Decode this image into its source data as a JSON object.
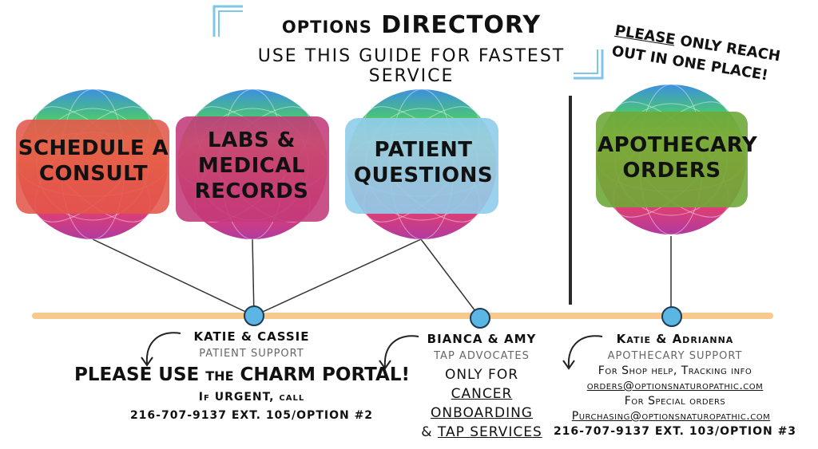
{
  "header": {
    "title": "options DIRECTORY",
    "subtitle": "USE THIS GUIDE FOR FASTEST SERVICE"
  },
  "note": {
    "please": "PLEASE",
    "line1_rest": " ONLY REACH",
    "line2": "OUT IN ONE PLACE!"
  },
  "bubbles": [
    {
      "label": "SCHEDULE A CONSULT",
      "color": "#e2574b"
    },
    {
      "label": "LABS & MEDICAL RECORDS",
      "color": "#c23a7a"
    },
    {
      "label": "PATIENT QUESTIONS",
      "color": "#8fcdec"
    },
    {
      "label": "APOTHECARY ORDERS",
      "color": "#6ea83a"
    }
  ],
  "contacts": {
    "patient_support": {
      "names": "KATIE & CASSIE",
      "role": "PATIENT SUPPORT",
      "main": "PLEASE USE the CHARM PORTAL!",
      "urgent": "If URGENT, call",
      "phone": "216-707-9137 EXT. 105/OPTION #2"
    },
    "tap": {
      "names": "BIANCA & AMY",
      "role": "TAP ADVOCATES",
      "only_for": "ONLY FOR",
      "cancer": "CANCER",
      "onboarding": "ONBOARDING",
      "amp": "& ",
      "tap_services": "TAP SERVICES"
    },
    "apothecary": {
      "names": "Katie & Adrianna",
      "role": "APOTHECARY SUPPORT",
      "shop_help": "For Shop help, Tracking info",
      "orders_email": "orders@optionsnaturopathic.com",
      "special": "For Special orders",
      "purchasing_email": "Purchasing@optionsnaturopathic.com",
      "phone": "216-707-9137 EXT. 103/OPTION #3"
    }
  }
}
